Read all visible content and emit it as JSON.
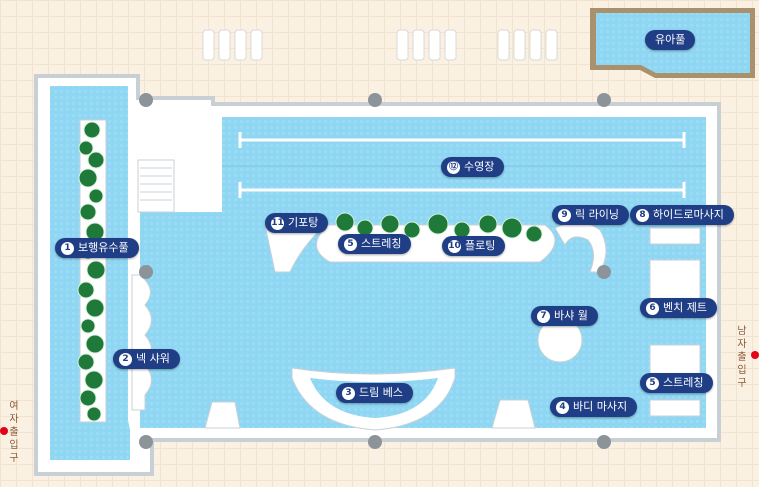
{
  "pools": {
    "baby_pool": "유아풀",
    "swimming_pool": {
      "num": "⑫",
      "text": "수영장"
    },
    "walking_pool": {
      "num": "1",
      "text": "보행유수풀"
    },
    "neck_shower": {
      "num": "2",
      "text": "넥 샤워"
    },
    "dream_bath": {
      "num": "3",
      "text": "드림 베스"
    },
    "body_massage": {
      "num": "4",
      "text": "바디 마사지"
    },
    "stretching_right": {
      "num": "5",
      "text": "스트레칭"
    },
    "stretching_center": {
      "num": "5",
      "text": "스트레칭"
    },
    "bench_jet": {
      "num": "6",
      "text": "벤치 제트"
    },
    "bubble_wall": {
      "num": "7",
      "text": "바샤 월"
    },
    "hydro_massage": {
      "num": "8",
      "text": "하이드로마사지"
    },
    "leg_riding": {
      "num": "9",
      "text": "릭 라이닝"
    },
    "floating": {
      "num": "10",
      "text": "플로팅"
    },
    "bubble_tank": {
      "num": "11",
      "text": "기포탕"
    }
  },
  "entrances": {
    "women": "여자출입구",
    "men": "남자출입구"
  },
  "colors": {
    "water": "#8fd6f2",
    "deck": "#ffffff",
    "wall": "#cfd6dc",
    "label_bg": "#1f3e86",
    "entrance_dot": "#e2001a",
    "baby_pool_frame": "#a8916c"
  }
}
